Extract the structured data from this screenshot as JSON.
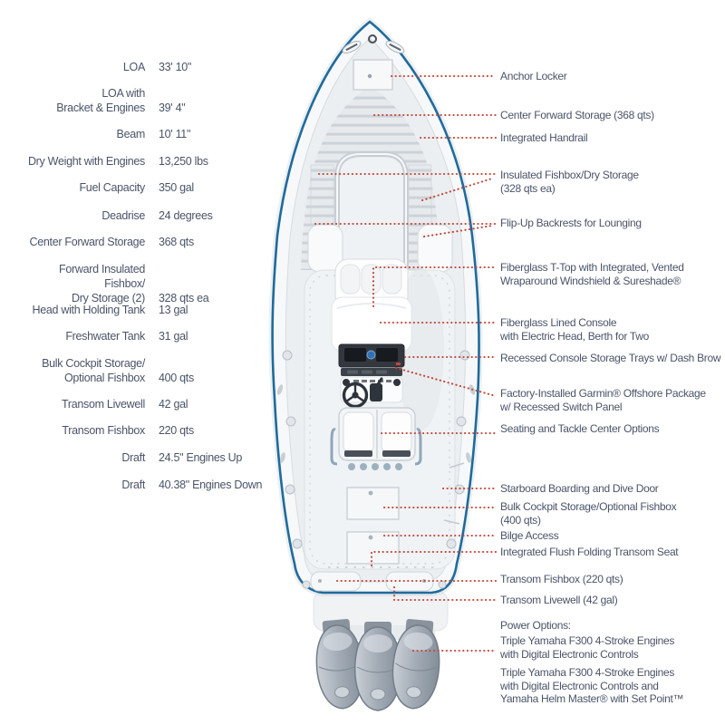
{
  "colors": {
    "text": "#4a5468",
    "leader": "#c2463a",
    "hull": "#1f6b9d",
    "accentBlue": "#2f6fb4"
  },
  "specs": [
    {
      "label": "LOA",
      "value": "33' 10\""
    },
    {
      "label": "LOA with\nBracket & Engines",
      "value": "39' 4\""
    },
    {
      "label": "Beam",
      "value": "10' 11\""
    },
    {
      "label": "Dry Weight with Engines",
      "value": "13,250 lbs"
    },
    {
      "label": "Fuel Capacity",
      "value": "350 gal"
    },
    {
      "label": "Deadrise",
      "value": "24 degrees"
    },
    {
      "label": "Center Forward Storage",
      "value": "368 qts"
    },
    {
      "label": "Forward Insulated Fishbox/\nDry Storage (2)",
      "value": "328 qts ea"
    },
    {
      "label": "Head with Holding Tank",
      "value": "13 gal"
    },
    {
      "label": "Freshwater Tank",
      "value": "31 gal"
    },
    {
      "label": "Bulk Cockpit Storage/\nOptional Fishbox",
      "value": "400 qts"
    },
    {
      "label": "Transom Livewell",
      "value": "42 gal"
    },
    {
      "label": "Transom Fishbox",
      "value": "220 qts"
    },
    {
      "label": "Draft",
      "value": "24.5\" Engines Up"
    },
    {
      "label": "Draft",
      "value": "40.38\" Engines Down"
    }
  ],
  "callouts": [
    {
      "text": "Anchor Locker"
    },
    {
      "text": "Center Forward Storage (368 qts)"
    },
    {
      "text": "Integrated Handrail"
    },
    {
      "text": "Insulated Fishbox/Dry Storage\n(328 qts ea)"
    },
    {
      "text": "Flip-Up Backrests for Lounging"
    },
    {
      "text": "Fiberglass T-Top with Integrated, Vented\nWraparound Windshield & Sureshade®"
    },
    {
      "text": "Fiberglass Lined Console\nwith Electric Head, Berth for Two"
    },
    {
      "text": "Recessed Console Storage Trays w/ Dash Brow"
    },
    {
      "text": "Factory-Installed Garmin® Offshore Package\nw/ Recessed Switch Panel"
    },
    {
      "text": "Seating and Tackle Center Options"
    },
    {
      "text": "Starboard Boarding and Dive Door"
    },
    {
      "text": "Bulk Cockpit Storage/Optional Fishbox\n(400 qts)"
    },
    {
      "text": "Bilge Access"
    },
    {
      "text": "Integrated Flush Folding Transom Seat"
    },
    {
      "text": "Transom Fishbox (220 qts)"
    },
    {
      "text": "Transom Livewell (42 gal)"
    },
    {
      "text": "Power Options:"
    },
    {
      "text": "Triple Yamaha F300 4-Stroke Engines\nwith Digital Electronic Controls"
    },
    {
      "text": "Triple Yamaha F300 4-Stroke Engines\nwith Digital Electronic Controls and\nYamaha Helm Master® with Set Point™"
    }
  ]
}
